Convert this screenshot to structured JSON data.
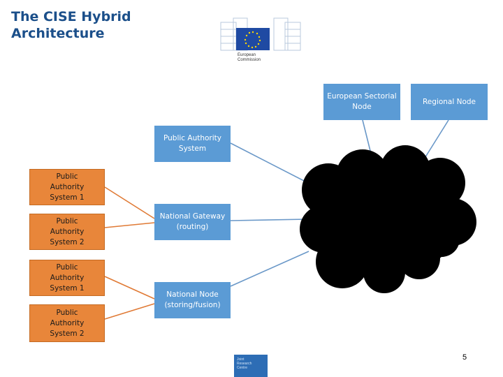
{
  "title": "The CISE Hybrid Architecture",
  "logos": {
    "european_commission": "European Commission",
    "jrc": "Joint Research Centre"
  },
  "nodes": {
    "european_sectorial": "European Sectorial Node",
    "regional": "Regional Node",
    "pa_system_top": "Public Authority System",
    "national_gateway": "National Gateway (routing)",
    "national_node": "National Node (storing/fusion)"
  },
  "authorities": {
    "pa1_top": "Public Authority System 1",
    "pa2_top": "Public Authority System 2",
    "pa1_bottom": "Public Authority System 1",
    "pa2_bottom": "Public Authority System 2"
  },
  "page_number": "5",
  "colors": {
    "title": "#1b4f8a",
    "node_blue": "#5b9bd5",
    "authority_orange": "#e8863a",
    "link_blue": "#6a98c8",
    "link_orange": "#e07a35",
    "cloud": "#000000"
  }
}
